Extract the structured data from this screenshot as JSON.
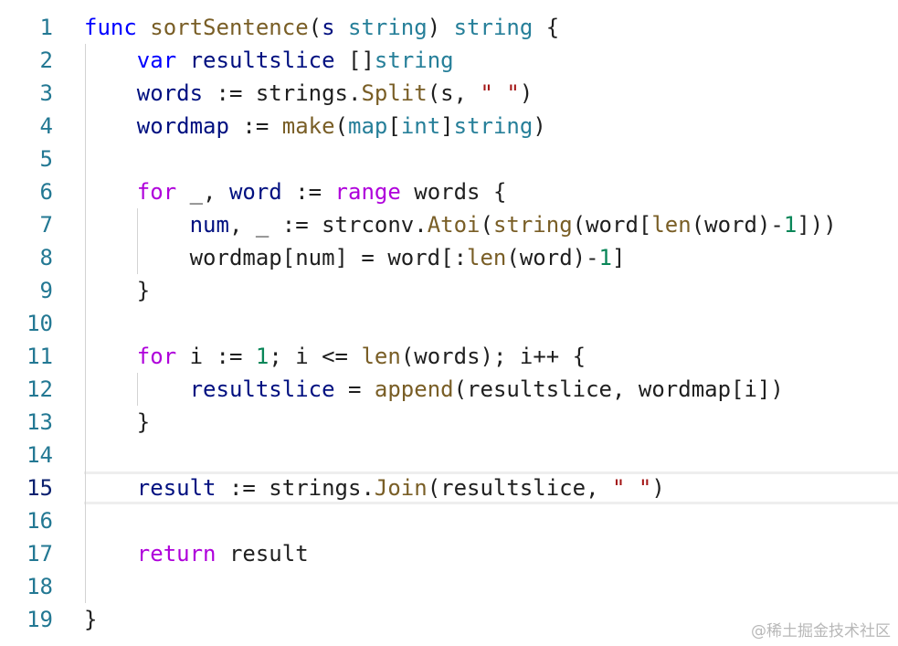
{
  "editor": {
    "current_line": 15,
    "lines": [
      {
        "num": "1",
        "guides": 0,
        "tokens": [
          [
            "kw",
            "func"
          ],
          [
            "pl",
            " "
          ],
          [
            "fn",
            "sortSentence"
          ],
          [
            "pl",
            "("
          ],
          [
            "var",
            "s"
          ],
          [
            "pl",
            " "
          ],
          [
            "type",
            "string"
          ],
          [
            "pl",
            ") "
          ],
          [
            "type",
            "string"
          ],
          [
            "pl",
            " {"
          ]
        ]
      },
      {
        "num": "2",
        "guides": 1,
        "tokens": [
          [
            "pl",
            "    "
          ],
          [
            "kw",
            "var"
          ],
          [
            "pl",
            " "
          ],
          [
            "var",
            "resultslice"
          ],
          [
            "pl",
            " []"
          ],
          [
            "type",
            "string"
          ]
        ]
      },
      {
        "num": "3",
        "guides": 1,
        "tokens": [
          [
            "pl",
            "    "
          ],
          [
            "var",
            "words"
          ],
          [
            "pl",
            " := strings."
          ],
          [
            "fn",
            "Split"
          ],
          [
            "pl",
            "(s, "
          ],
          [
            "str",
            "\" \""
          ],
          [
            "pl",
            ")"
          ]
        ]
      },
      {
        "num": "4",
        "guides": 1,
        "tokens": [
          [
            "pl",
            "    "
          ],
          [
            "var",
            "wordmap"
          ],
          [
            "pl",
            " := "
          ],
          [
            "fn",
            "make"
          ],
          [
            "pl",
            "("
          ],
          [
            "type",
            "map"
          ],
          [
            "pl",
            "["
          ],
          [
            "type",
            "int"
          ],
          [
            "pl",
            "]"
          ],
          [
            "type",
            "string"
          ],
          [
            "pl",
            ")"
          ]
        ]
      },
      {
        "num": "5",
        "guides": 1,
        "tokens": []
      },
      {
        "num": "6",
        "guides": 1,
        "tokens": [
          [
            "pl",
            "    "
          ],
          [
            "ctl",
            "for"
          ],
          [
            "pl",
            " _, "
          ],
          [
            "var",
            "word"
          ],
          [
            "pl",
            " := "
          ],
          [
            "ctl",
            "range"
          ],
          [
            "pl",
            " words {"
          ]
        ]
      },
      {
        "num": "7",
        "guides": 2,
        "tokens": [
          [
            "pl",
            "        "
          ],
          [
            "var",
            "num"
          ],
          [
            "pl",
            ", _ := strconv."
          ],
          [
            "fn",
            "Atoi"
          ],
          [
            "pl",
            "("
          ],
          [
            "fn",
            "string"
          ],
          [
            "pl",
            "(word["
          ],
          [
            "fn",
            "len"
          ],
          [
            "pl",
            "(word)-"
          ],
          [
            "num",
            "1"
          ],
          [
            "pl",
            "]))"
          ]
        ]
      },
      {
        "num": "8",
        "guides": 2,
        "tokens": [
          [
            "pl",
            "        wordmap[num] = word[:"
          ],
          [
            "fn",
            "len"
          ],
          [
            "pl",
            "(word)-"
          ],
          [
            "num",
            "1"
          ],
          [
            "pl",
            "]"
          ]
        ]
      },
      {
        "num": "9",
        "guides": 1,
        "tokens": [
          [
            "pl",
            "    }"
          ]
        ]
      },
      {
        "num": "10",
        "guides": 1,
        "tokens": []
      },
      {
        "num": "11",
        "guides": 1,
        "tokens": [
          [
            "pl",
            "    "
          ],
          [
            "ctl",
            "for"
          ],
          [
            "pl",
            " i := "
          ],
          [
            "num",
            "1"
          ],
          [
            "pl",
            "; i <= "
          ],
          [
            "fn",
            "len"
          ],
          [
            "pl",
            "(words); i++ {"
          ]
        ]
      },
      {
        "num": "12",
        "guides": 2,
        "tokens": [
          [
            "pl",
            "        "
          ],
          [
            "var",
            "resultslice"
          ],
          [
            "pl",
            " = "
          ],
          [
            "fn",
            "append"
          ],
          [
            "pl",
            "(resultslice, wordmap[i])"
          ]
        ]
      },
      {
        "num": "13",
        "guides": 1,
        "tokens": [
          [
            "pl",
            "    }"
          ]
        ]
      },
      {
        "num": "14",
        "guides": 1,
        "tokens": []
      },
      {
        "num": "15",
        "guides": 1,
        "tokens": [
          [
            "pl",
            "    "
          ],
          [
            "var",
            "result"
          ],
          [
            "pl",
            " := strings."
          ],
          [
            "fn",
            "Join"
          ],
          [
            "pl",
            "(resultslice, "
          ],
          [
            "str",
            "\" \""
          ],
          [
            "pl",
            ")"
          ]
        ]
      },
      {
        "num": "16",
        "guides": 1,
        "tokens": []
      },
      {
        "num": "17",
        "guides": 1,
        "tokens": [
          [
            "pl",
            "    "
          ],
          [
            "ctl",
            "return"
          ],
          [
            "pl",
            " result"
          ]
        ]
      },
      {
        "num": "18",
        "guides": 1,
        "tokens": []
      },
      {
        "num": "19",
        "guides": 0,
        "tokens": [
          [
            "pl",
            "}"
          ]
        ]
      }
    ]
  },
  "watermark": "@稀土掘金技术社区"
}
